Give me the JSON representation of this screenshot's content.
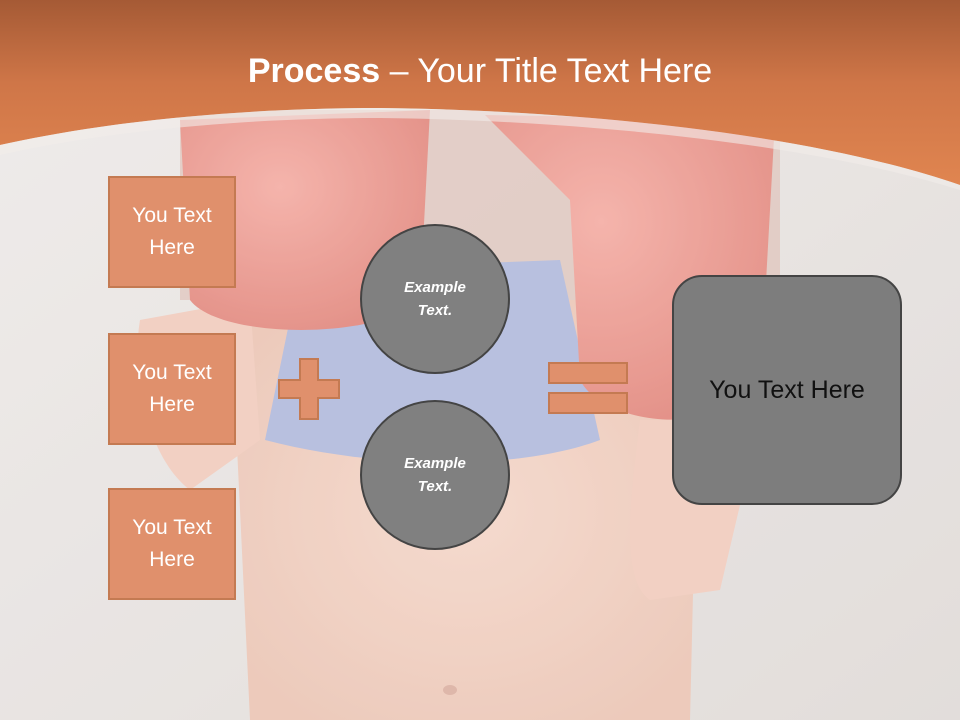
{
  "slide": {
    "title_bold": "Process",
    "title_rest": " – Your Title Text Here"
  },
  "left_boxes": [
    {
      "text": "You Text Here"
    },
    {
      "text": "You Text Here"
    },
    {
      "text": "You Text Here"
    }
  ],
  "circles": [
    {
      "text": "Example Text."
    },
    {
      "text": "Example Text."
    }
  ],
  "result": {
    "text": "You Text Here"
  },
  "colors": {
    "header": "#d67d4e",
    "box_fill": "#e0906c",
    "box_border": "#c47a52",
    "circle_fill": "#808080",
    "result_fill": "#7d7d7d",
    "operator_fill": "#e0906c"
  },
  "icons": {
    "plus": "plus-icon",
    "equals": "equals-icon"
  }
}
